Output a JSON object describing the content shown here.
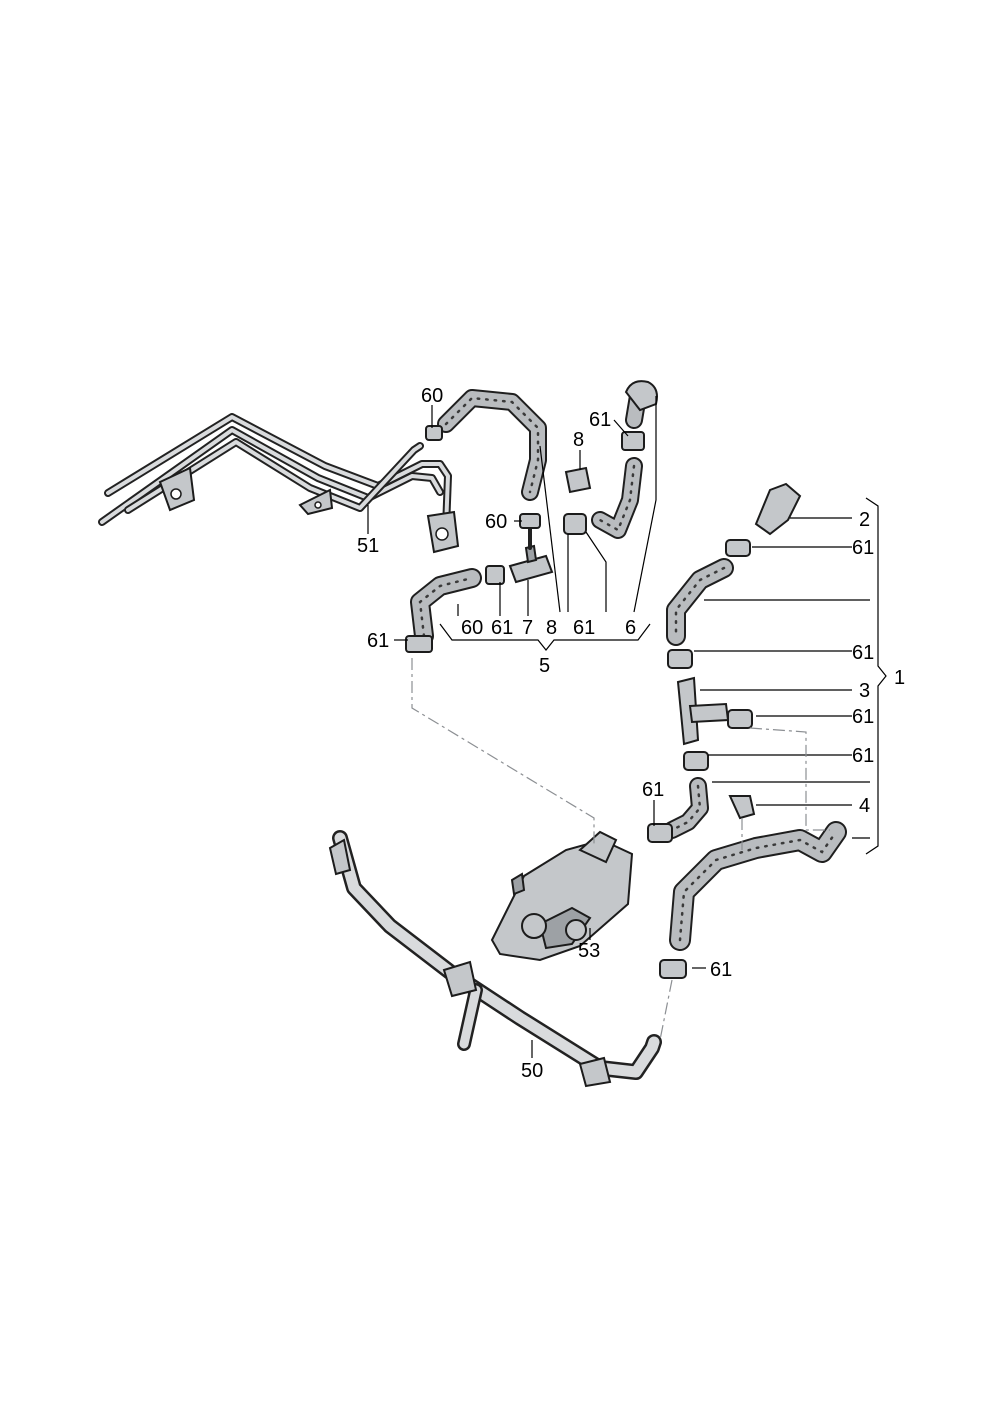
{
  "labels": {
    "l60a": "60",
    "l8a": "8",
    "l61a": "61",
    "l51": "51",
    "l60b": "60",
    "l61b": "61",
    "l60c": "60",
    "l61c": "61",
    "l7": "7",
    "l8b": "8",
    "l61d": "61",
    "l6": "6",
    "l5": "5",
    "l2": "2",
    "l61e": "61",
    "l61f": "61",
    "l3": "3",
    "l1": "1",
    "l61g": "61",
    "l61h": "61",
    "l4": "4",
    "l61i": "61",
    "l53": "53",
    "l61j": "61",
    "l50": "50"
  }
}
